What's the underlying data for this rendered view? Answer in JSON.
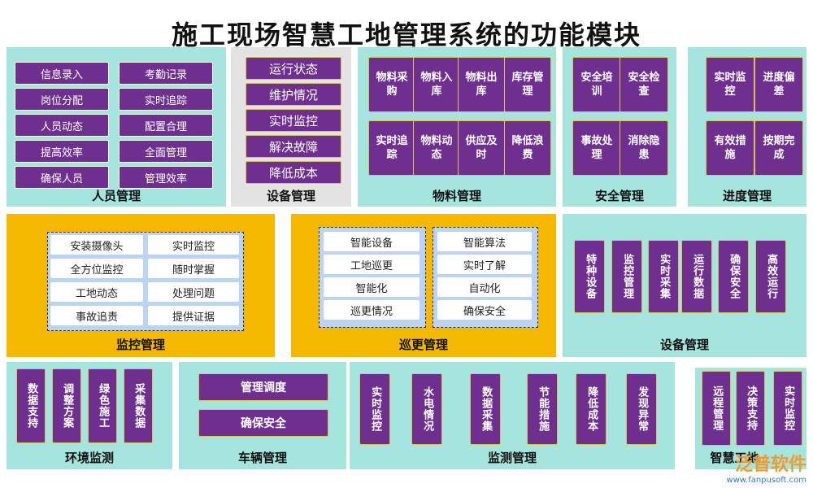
{
  "title": "施工现场智慧工地管理系统的功能模块",
  "personnel": {
    "label": "人员管理",
    "items": [
      "信息录入",
      "考勤记录",
      "岗位分配",
      "实时追踪",
      "人员动态",
      "配置合理",
      "提高效率",
      "全面管理",
      "确保人员",
      "管理效率"
    ]
  },
  "equipment1": {
    "label": "设备管理",
    "items": [
      "运行状态",
      "维护情况",
      "实时监控",
      "解决故障",
      "降低成本"
    ]
  },
  "materials": {
    "label": "物料管理",
    "items": [
      "物料采购",
      "物料入库",
      "物料出库",
      "库存管理",
      "实时追踪",
      "物料动态",
      "供应及时",
      "降低浪费"
    ]
  },
  "safety": {
    "label": "安全管理",
    "items": [
      "安全培训",
      "安全检查",
      "事故处理",
      "消除隐患"
    ]
  },
  "progress": {
    "label": "进度管理",
    "items": [
      "实时监控",
      "进度偏差",
      "有效措施",
      "按期完成"
    ]
  },
  "monitoring": {
    "label": "监控管理",
    "items": [
      "安装摄像头",
      "实时监控",
      "全方位监控",
      "随时掌握",
      "工地动态",
      "处理问题",
      "事故追责",
      "提供证据"
    ]
  },
  "patrol": {
    "label": "巡更管理",
    "left": [
      "智能设备",
      "工地巡更",
      "智能化",
      "巡更情况"
    ],
    "right": [
      "智能算法",
      "实时了解",
      "自动化",
      "确保安全"
    ]
  },
  "equipment2": {
    "label": "设备管理",
    "items": [
      "特种设备",
      "监控管理",
      "实时采集",
      "运行数据",
      "确保安全",
      "高效运行"
    ]
  },
  "environment": {
    "label": "环境监测",
    "items": [
      "数据支持",
      "调整方案",
      "绿色施工",
      "采集数据"
    ]
  },
  "vehicle": {
    "label": "车辆管理",
    "items": [
      "管理调度",
      "确保安全"
    ]
  },
  "monitor2": {
    "label": "监测管理",
    "items": [
      "实时监控",
      "水电情况",
      "数据采集",
      "节能措施",
      "降低成本",
      "发现异常"
    ]
  },
  "smartsite": {
    "label": "智慧工地",
    "items": [
      "远程管理",
      "决策支持",
      "实时监控"
    ]
  },
  "watermark": {
    "main": "泛普软件",
    "sub": "www.fanpusoft.com"
  },
  "colors": {
    "teal": "#a6e4de",
    "gray": "#e3e3e3",
    "gold": "#f5b800",
    "purple": "#6f2f8f",
    "dash_fill": "#bcd4f2"
  }
}
